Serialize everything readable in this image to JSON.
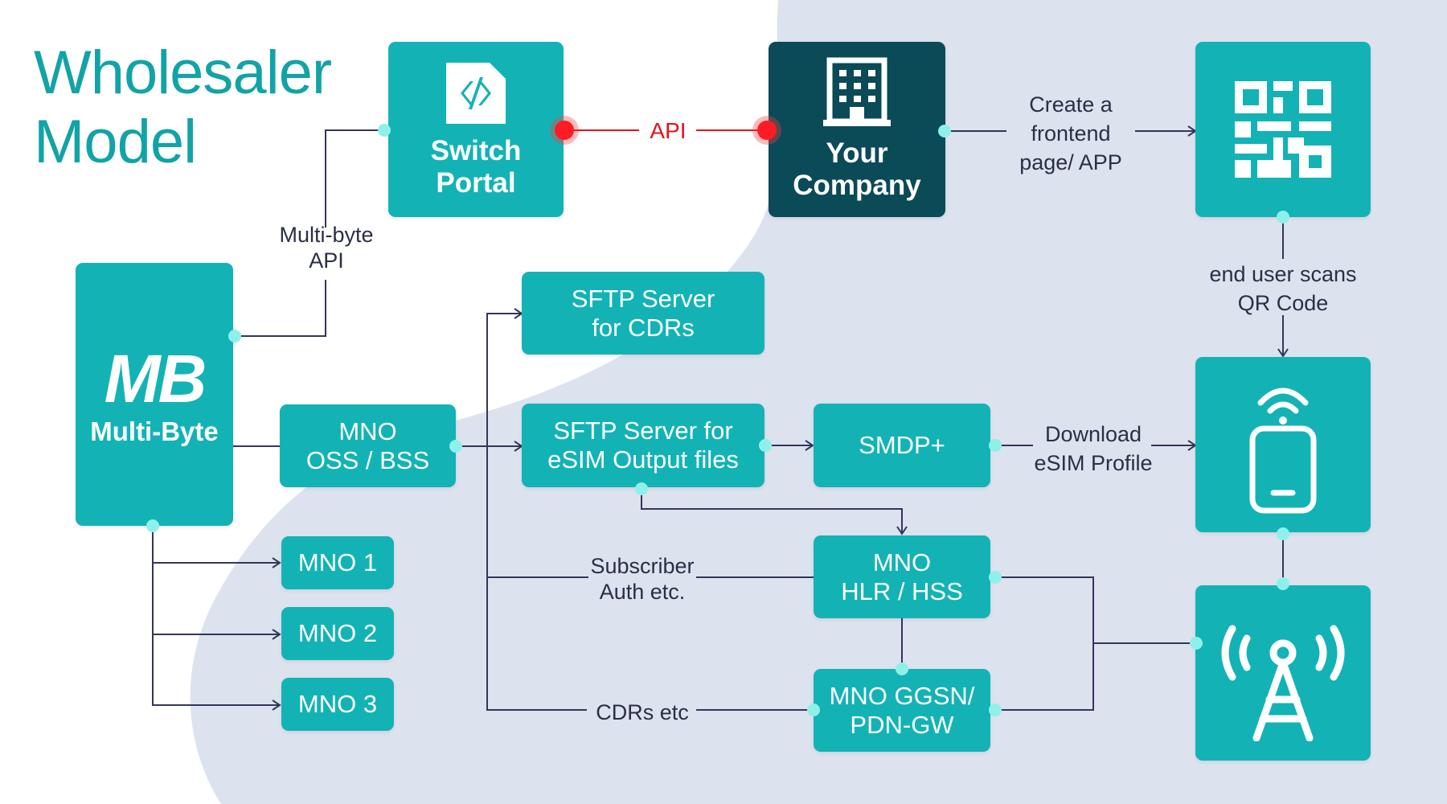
{
  "title": {
    "line1": "Wholesaler",
    "line2": "Model"
  },
  "colors": {
    "teal": "#13b3b5",
    "dark_teal": "#0b4a57",
    "title_teal": "#12a3a6",
    "api_red": "#e0151b",
    "connector_dot": "#8ff0ea",
    "line": "#34365a",
    "background_blob": "#dde2ef"
  },
  "nodes": {
    "switch_portal": {
      "label": "Switch\nPortal",
      "icon": "code-file-icon"
    },
    "your_company": {
      "label": "Your\nCompany",
      "icon": "building-icon"
    },
    "qr_code": {
      "icon": "qr-code-icon"
    },
    "multi_byte": {
      "logo": "MB",
      "label": "Multi-Byte"
    },
    "sftp_cdrs": {
      "label": "SFTP Server\nfor CDRs"
    },
    "mno_oss_bss": {
      "label": "MNO\nOSS / BSS"
    },
    "sftp_esim": {
      "label": "SFTP Server for\neSIM Output files"
    },
    "smdp": {
      "label": "SMDP+"
    },
    "phone": {
      "icon": "smartphone-nfc-icon"
    },
    "mno1": {
      "label": "MNO 1"
    },
    "mno2": {
      "label": "MNO 2"
    },
    "mno3": {
      "label": "MNO 3"
    },
    "mno_hlr": {
      "label": "MNO\nHLR / HSS"
    },
    "mno_ggsn": {
      "label": "MNO GGSN/\nPDN-GW"
    },
    "tower": {
      "icon": "cell-tower-icon"
    }
  },
  "edge_labels": {
    "api": "API",
    "multibyte_api": "Multi-byte\nAPI",
    "frontend": "Create a\nfrontend\npage/ APP",
    "scan": "end user scans\nQR Code",
    "download": "Download\neSIM Profile",
    "subscriber": "Subscriber\nAuth etc.",
    "cdrs": "CDRs etc"
  }
}
